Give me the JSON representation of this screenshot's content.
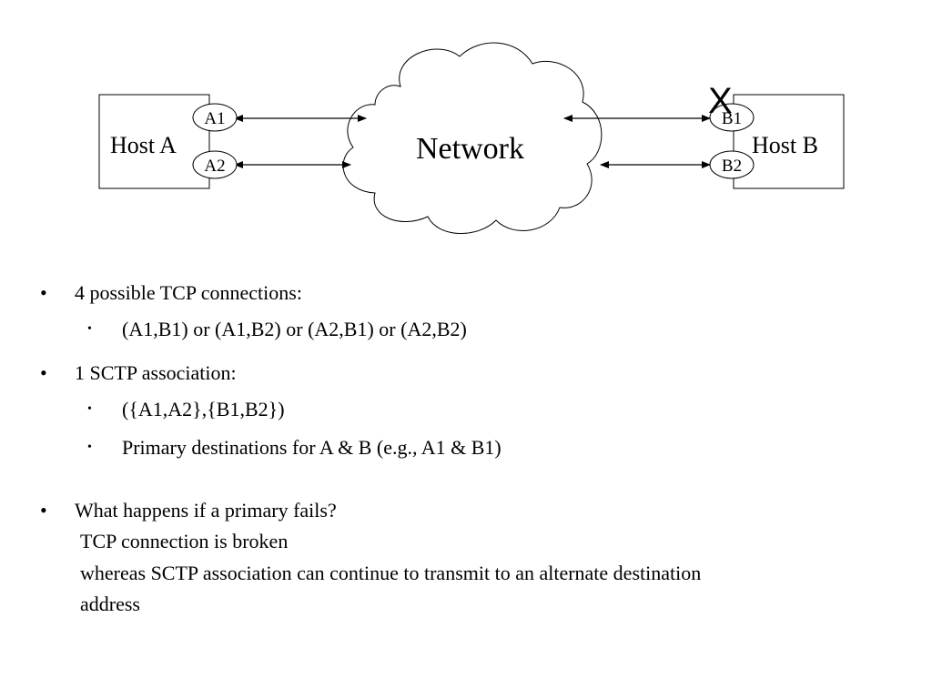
{
  "diagram": {
    "host_a_label": "Host A",
    "host_b_label": "Host B",
    "network_label": "Network",
    "a1": "A1",
    "a2": "A2",
    "b1": "B1",
    "b2": "B2",
    "failure_mark": "X"
  },
  "bullets": {
    "bullet_symbol": "•",
    "item1": "4 possible TCP connections:",
    "item1_sub1": "(A1,B1) or (A1,B2) or (A2,B1) or (A2,B2)",
    "item2": "1 SCTP association:",
    "item2_sub1": "({A1,A2},{B1,B2})",
    "item2_sub2": "Primary destinations for A & B (e.g., A1 & B1)",
    "item3": "What happens if a primary fails?",
    "item3_line2": "TCP connection is broken",
    "item3_line3": "whereas SCTP association can continue to transmit to an alternate destination",
    "item3_line4": "address"
  }
}
